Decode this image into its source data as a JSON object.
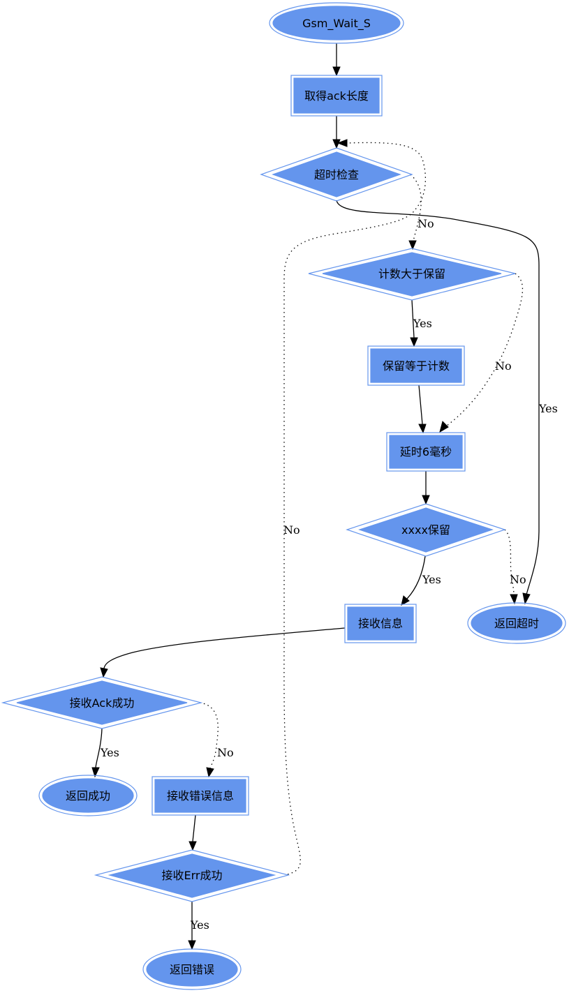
{
  "nodes": {
    "start": "Gsm_Wait_S",
    "get_ack_len": "取得ack长度",
    "timeout_check": "超时检查",
    "count_gt_keep": "计数大于保留",
    "keep_eq_count": "保留等于计数",
    "delay_6ms": "延时6毫秒",
    "xxxx_keep": "xxxx保留",
    "recv_info": "接收信息",
    "return_timeout": "返回超时",
    "recv_ack_ok": "接收Ack成功",
    "return_success": "返回成功",
    "recv_err_info": "接收错误信息",
    "recv_err_ok": "接收Err成功",
    "return_error": "返回错误"
  },
  "edge_labels": {
    "timeout_no": "No",
    "timeout_yes": "Yes",
    "count_yes": "Yes",
    "count_no": "No",
    "xxxx_yes": "Yes",
    "xxxx_no": "No",
    "ack_yes": "Yes",
    "ack_no": "No",
    "err_yes": "Yes",
    "err_no": "No"
  },
  "colors": {
    "node_fill": "#6495ED",
    "edge": "#000000",
    "background": "#ffffff"
  }
}
